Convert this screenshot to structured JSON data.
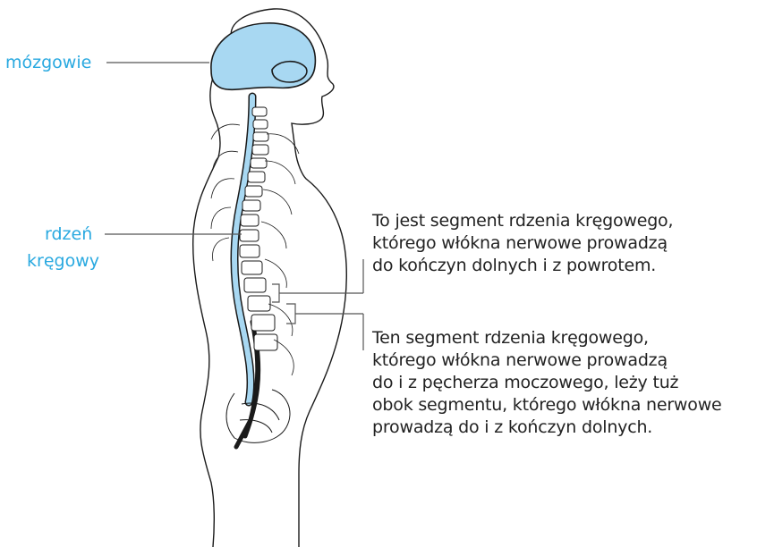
{
  "labels": {
    "brain": "mózgowie",
    "spinal_cord_line1": "rdzeń",
    "spinal_cord_line2": "kręgowy"
  },
  "annotations": {
    "upper_segment": [
      "To jest segment rdzenia kręgowego,",
      "którego włókna nerwowe prowadzą",
      "do kończyn dolnych i z powrotem."
    ],
    "lower_segment": [
      "Ten segment rdzenia kręgowego,",
      "którego włókna nerwowe prowadzą",
      "do i z pęcherza moczowego, leży tuż",
      "obok segmentu, którego włókna nerwowe",
      "prowadzą do i z kończyn dolnych."
    ]
  },
  "colors": {
    "accent_blue": "#29a9e0",
    "organ_fill": "#a8d8f2",
    "outline": "#1a1a1a",
    "leader_line": "#555555"
  }
}
